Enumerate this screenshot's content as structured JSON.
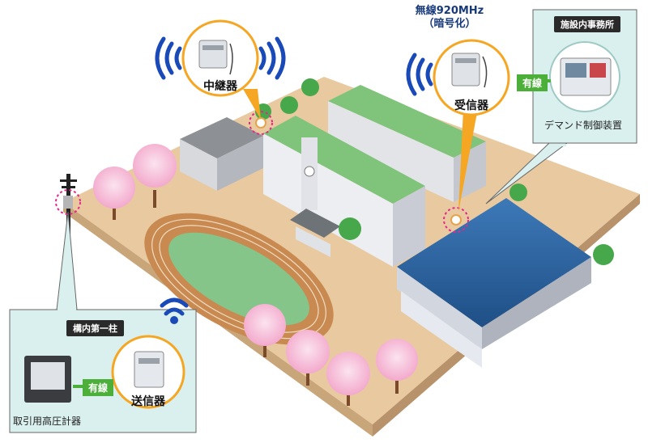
{
  "labels": {
    "relay": "中継器",
    "receiver": "受信器",
    "transmitter": "送信器",
    "wireless_line1": "無線920MHz",
    "wireless_line2": "（暗号化）",
    "office_title": "施設内事務所",
    "demand_controller": "デマンド制御装置",
    "pole_title": "構内第一柱",
    "meter": "取引用高圧計器",
    "wired_office": "有線",
    "wired_pole": "有線"
  },
  "colors": {
    "bubble_border": "#f5a623",
    "panel_bg": "#d9f0ee",
    "wired_green": "#4caf3a",
    "signal_blue": "#1a49b8",
    "pink_pulse": "#e8278a"
  }
}
